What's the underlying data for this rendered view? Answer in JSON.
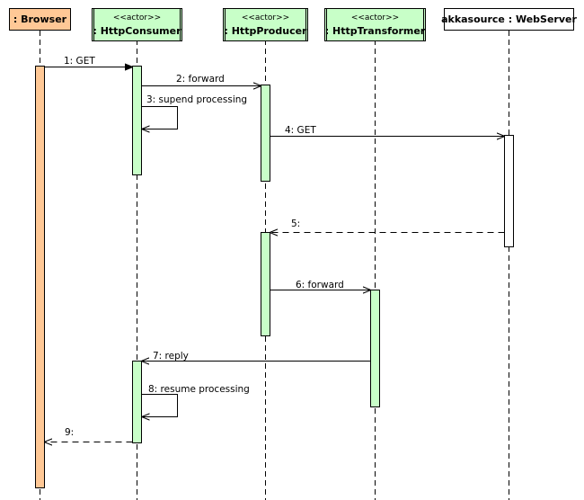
{
  "diagram": {
    "type": "sequence",
    "colors": {
      "browser_fill": "#ffc896",
      "actor_fill": "#c8ffc8",
      "server_fill": "#ffffff",
      "activation_fill_browser": "#ffc896",
      "activation_fill_actor": "#c8ffc8",
      "activation_fill_server": "#ffffff",
      "line": "#000000"
    },
    "participants": [
      {
        "id": "browser",
        "stereotype": "",
        "label": ": Browser"
      },
      {
        "id": "consumer",
        "stereotype": "<<actor>>",
        "label": ": HttpConsumer"
      },
      {
        "id": "producer",
        "stereotype": "<<actor>>",
        "label": ": HttpProducer"
      },
      {
        "id": "transformer",
        "stereotype": "<<actor>>",
        "label": ": HttpTransformer"
      },
      {
        "id": "server",
        "stereotype": "",
        "label": "akkasource : WebServer"
      }
    ],
    "messages": [
      {
        "id": "m1",
        "label": "1: GET",
        "from": "browser",
        "to": "consumer",
        "kind": "call"
      },
      {
        "id": "m2",
        "label": "2: forward",
        "from": "consumer",
        "to": "producer",
        "kind": "call"
      },
      {
        "id": "m3",
        "label": "3: supend processing",
        "from": "consumer",
        "to": "consumer",
        "kind": "self"
      },
      {
        "id": "m4",
        "label": "4: GET",
        "from": "producer",
        "to": "server",
        "kind": "call"
      },
      {
        "id": "m5",
        "label": "5:",
        "from": "server",
        "to": "producer",
        "kind": "return"
      },
      {
        "id": "m6",
        "label": "6: forward",
        "from": "producer",
        "to": "transformer",
        "kind": "call"
      },
      {
        "id": "m7",
        "label": "7: reply",
        "from": "transformer",
        "to": "consumer",
        "kind": "call"
      },
      {
        "id": "m8",
        "label": "8: resume processing",
        "from": "consumer",
        "to": "consumer",
        "kind": "self"
      },
      {
        "id": "m9",
        "label": "9:",
        "from": "consumer",
        "to": "browser",
        "kind": "return"
      }
    ]
  }
}
